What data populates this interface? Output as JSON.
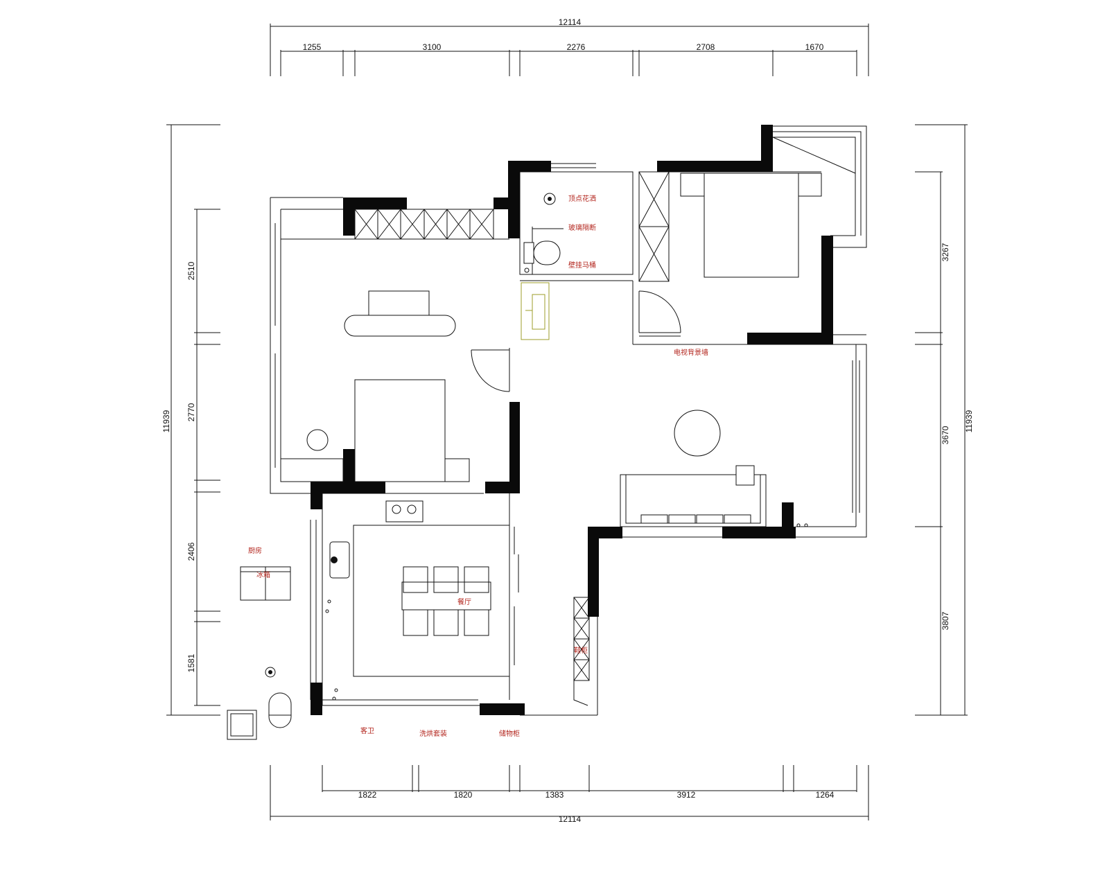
{
  "dimensions": {
    "top_total": "12114",
    "top_segments": [
      "1255",
      "3100",
      "2276",
      "2708",
      "1670"
    ],
    "bottom_total": "12114",
    "bottom_segments": [
      "1822",
      "1820",
      "1383",
      "3912",
      "1264"
    ],
    "left_total": "11939",
    "left_segments": [
      "2510",
      "2770",
      "2406",
      "1581"
    ],
    "right_total": "11939",
    "right_segments": [
      "3267",
      "3670",
      "3807"
    ]
  },
  "labels": {
    "bath_1": "顶点花洒",
    "bath_2": "玻璃隔断",
    "bath_3": "壁挂马桶",
    "tv_wall": "电视背景墙",
    "kitchen": "厨房",
    "fridge": "冰箱",
    "dining": "餐厅",
    "shoe": "鞋柜",
    "guest_bath": "客卫",
    "laundry": "洗烘套装",
    "storage": "储物柜"
  },
  "colors": {
    "wall": "#0a0a0a",
    "label": "#b3261e",
    "sink_outline": "#9c9c2a"
  }
}
